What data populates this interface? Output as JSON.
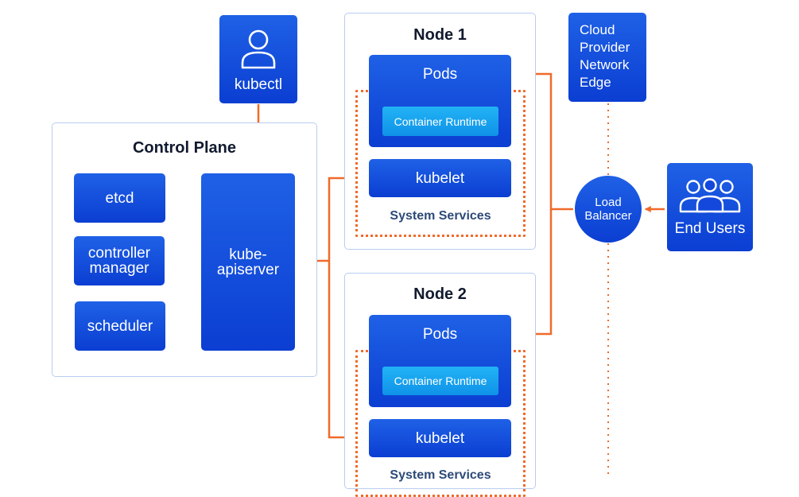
{
  "colors": {
    "component_blue": "#1448dc",
    "runtime_blue": "#1aa3ef",
    "connector_orange": "#f06a2a",
    "panel_border": "#b9cdf0"
  },
  "kubectl": {
    "label": "kubectl",
    "icon": "user-icon"
  },
  "control_plane": {
    "title": "Control Plane",
    "components": {
      "etcd": "etcd",
      "controller_manager": "controller\nmanager",
      "scheduler": "scheduler",
      "apiserver": "kube-\napiserver"
    }
  },
  "nodes": [
    {
      "title": "Node 1",
      "pods": "Pods",
      "runtime": "Container Runtime",
      "kubelet": "kubelet",
      "system_services": "System Services"
    },
    {
      "title": "Node 2",
      "pods": "Pods",
      "runtime": "Container Runtime",
      "kubelet": "kubelet",
      "system_services": "System Services"
    }
  ],
  "cloud_edge": {
    "label": "Cloud\nProvider\nNetwork\nEdge"
  },
  "load_balancer": {
    "label": "Load\nBalancer"
  },
  "end_users": {
    "label": "End Users",
    "icon": "users-group-icon"
  }
}
